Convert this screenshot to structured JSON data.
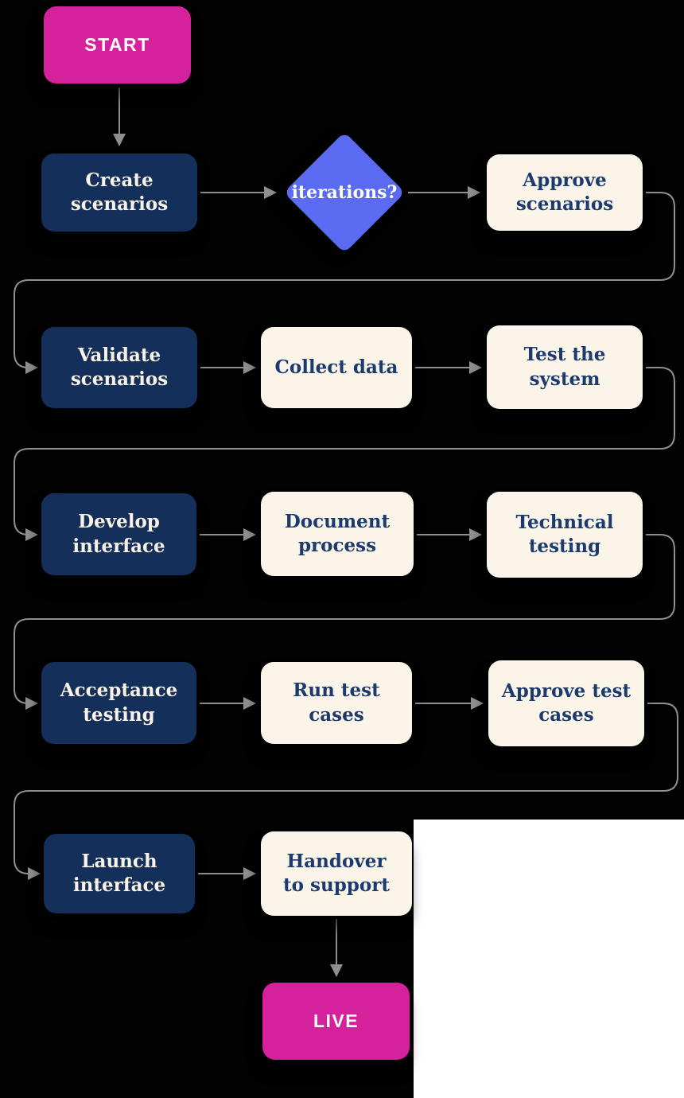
{
  "diagram": {
    "type": "flowchart",
    "background_color": "#000000",
    "corner_panel_color": "#ffffff",
    "arrow_color": "#8f8f8f",
    "colors": {
      "terminal_fill": "#d6219c",
      "terminal_text": "#ffffff",
      "step_fill": "#142f59",
      "step_text": "#f8f3e6",
      "task_fill": "#faf5e8",
      "task_text": "#1c3a6e",
      "decision_fill": "#5a6bf1",
      "decision_text": "#ffffff"
    }
  },
  "nodes": {
    "start": {
      "label": "START",
      "type": "terminal"
    },
    "create_scenarios": {
      "label": "Create scenarios",
      "type": "step"
    },
    "iterations": {
      "label": "iterations?",
      "type": "decision"
    },
    "approve_scenarios": {
      "label": "Approve scenarios",
      "type": "task"
    },
    "validate_scenarios": {
      "label": "Validate scenarios",
      "type": "step"
    },
    "collect_data": {
      "label": "Collect data",
      "type": "task"
    },
    "test_system": {
      "label": "Test the system",
      "type": "task"
    },
    "develop_interface": {
      "label": "Develop interface",
      "type": "step"
    },
    "document_process": {
      "label": "Document process",
      "type": "task"
    },
    "technical_testing": {
      "label": "Technical testing",
      "type": "task"
    },
    "acceptance_testing": {
      "label": "Acceptance testing",
      "type": "step"
    },
    "run_test_cases": {
      "label": "Run test cases",
      "type": "task"
    },
    "approve_test_cases": {
      "label": "Approve test cases",
      "type": "task"
    },
    "launch_interface": {
      "label": "Launch interface",
      "type": "step"
    },
    "handover_support": {
      "label": "Handover to support",
      "type": "task"
    },
    "live": {
      "label": "LIVE",
      "type": "terminal"
    }
  },
  "edges": [
    {
      "from": "start",
      "to": "create_scenarios"
    },
    {
      "from": "create_scenarios",
      "to": "iterations"
    },
    {
      "from": "iterations",
      "to": "approve_scenarios"
    },
    {
      "from": "approve_scenarios",
      "to": "validate_scenarios"
    },
    {
      "from": "validate_scenarios",
      "to": "collect_data"
    },
    {
      "from": "collect_data",
      "to": "test_system"
    },
    {
      "from": "test_system",
      "to": "develop_interface"
    },
    {
      "from": "develop_interface",
      "to": "document_process"
    },
    {
      "from": "document_process",
      "to": "technical_testing"
    },
    {
      "from": "technical_testing",
      "to": "acceptance_testing"
    },
    {
      "from": "acceptance_testing",
      "to": "run_test_cases"
    },
    {
      "from": "run_test_cases",
      "to": "approve_test_cases"
    },
    {
      "from": "approve_test_cases",
      "to": "launch_interface"
    },
    {
      "from": "launch_interface",
      "to": "handover_support"
    },
    {
      "from": "handover_support",
      "to": "live"
    }
  ]
}
